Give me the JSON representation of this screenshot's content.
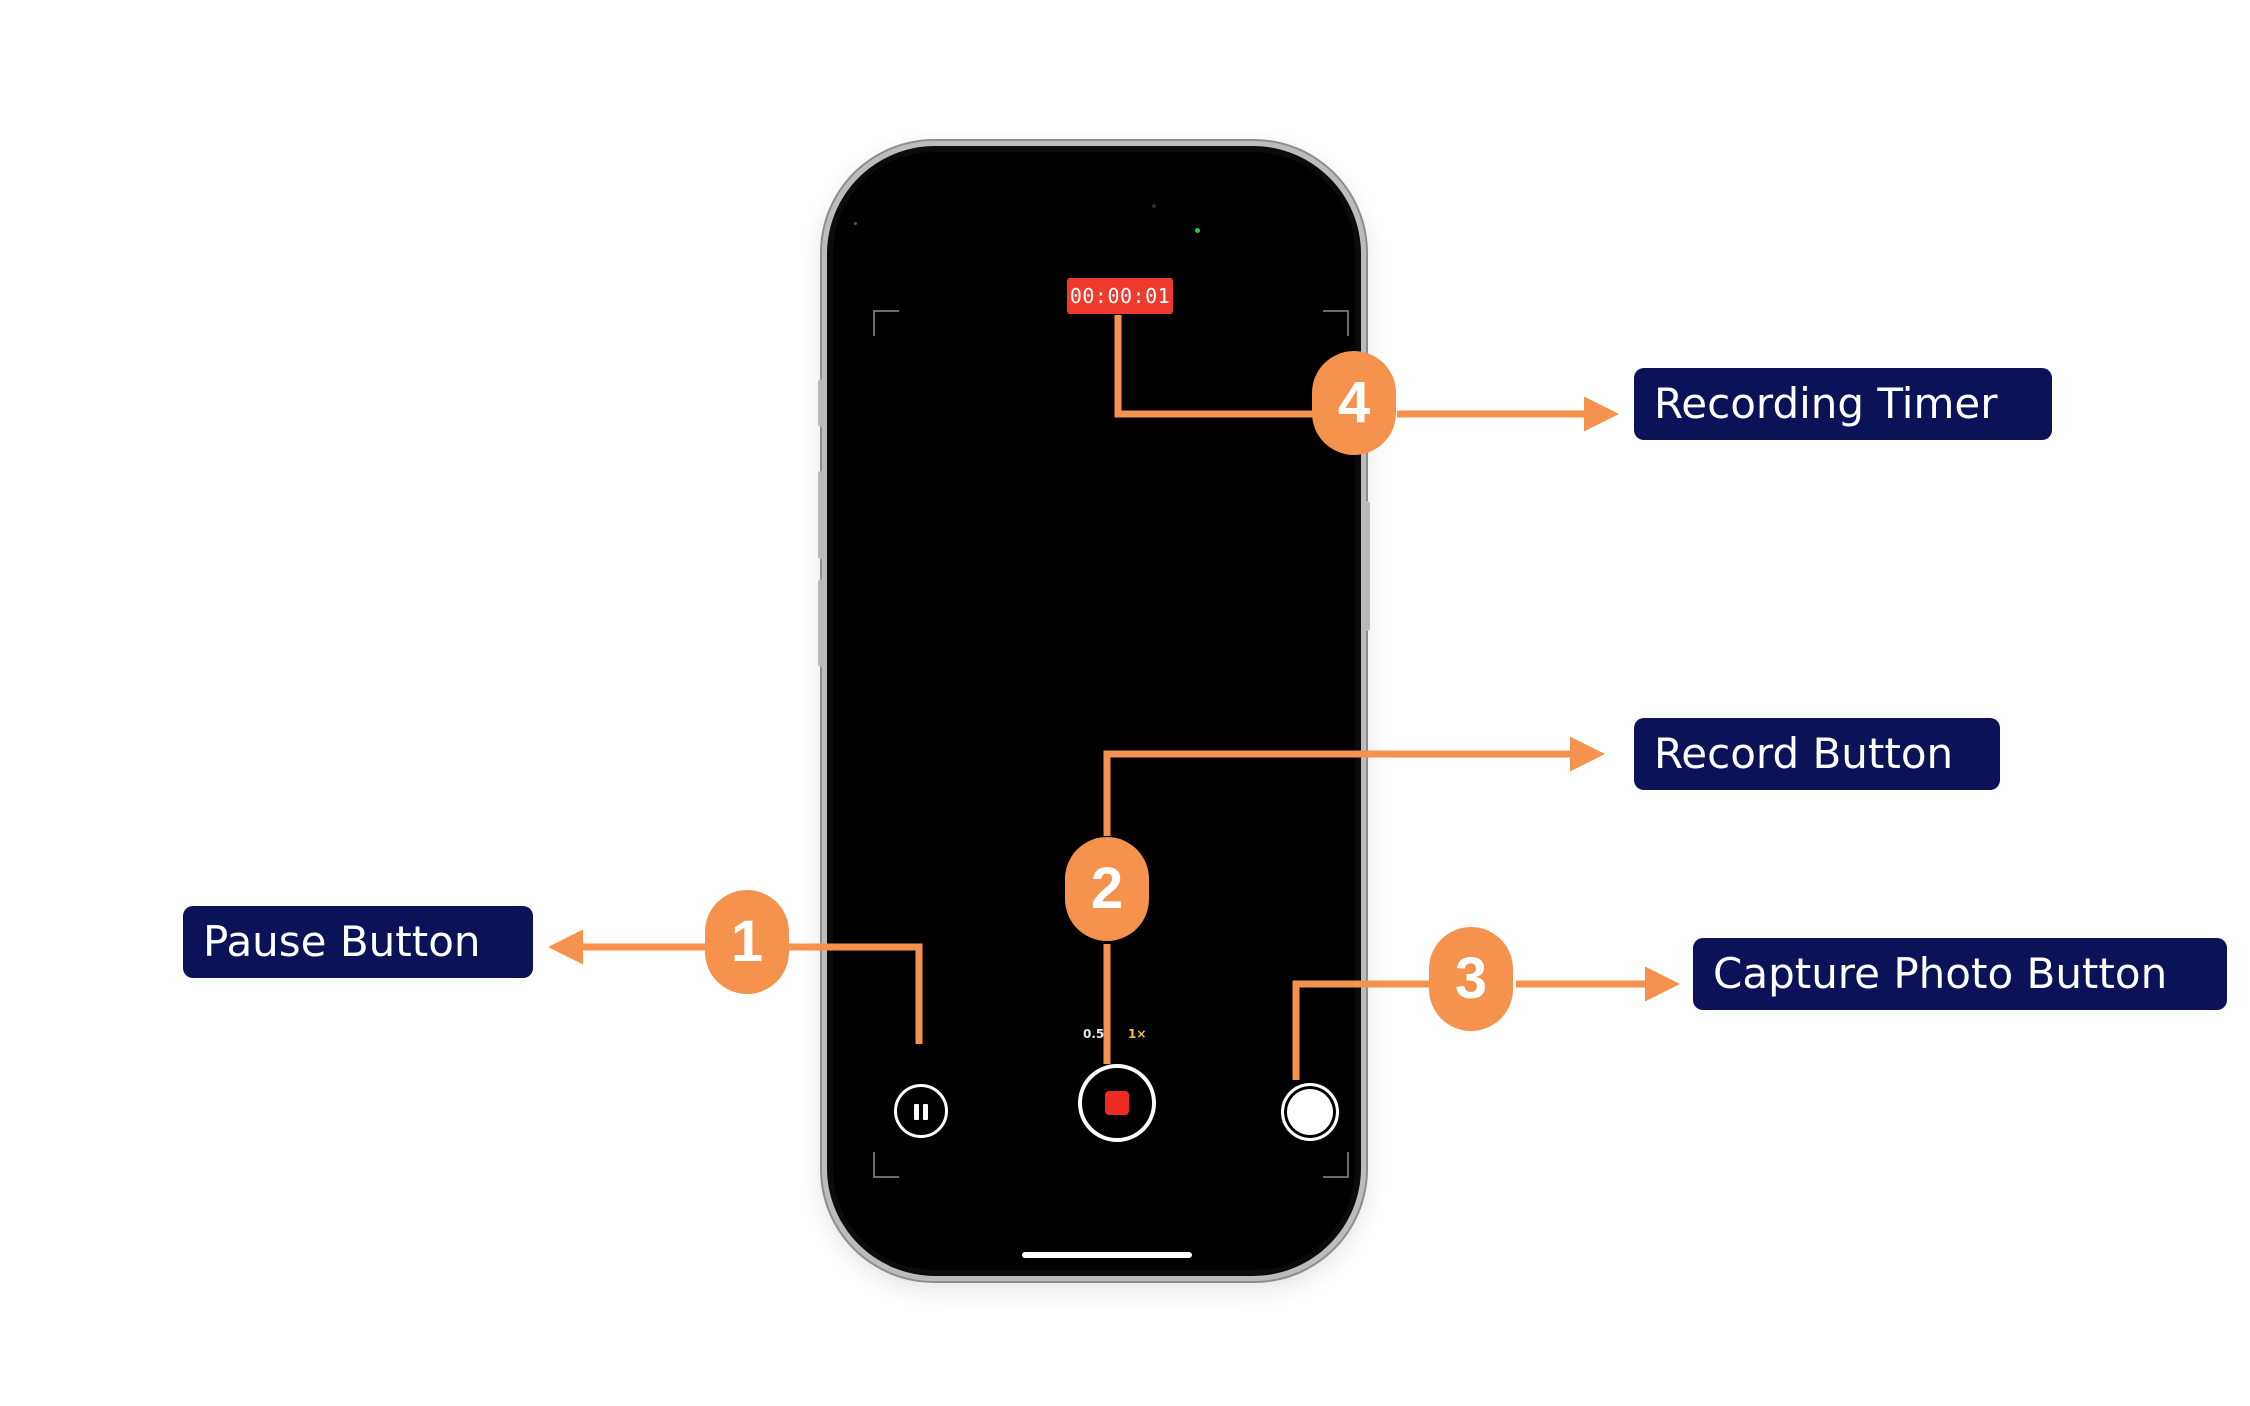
{
  "camera": {
    "timer": "00:00:01",
    "zoom_options": [
      "0.5",
      "1×"
    ],
    "active_zoom": "1×"
  },
  "annotations": [
    {
      "number": "1",
      "label": "Pause Button"
    },
    {
      "number": "2",
      "label": "Record Button"
    },
    {
      "number": "3",
      "label": "Capture Photo Button"
    },
    {
      "number": "4",
      "label": "Recording Timer"
    }
  ],
  "colors": {
    "badge_fill": "#f5924e",
    "connector": "#f5924e",
    "label_fill": "#0c1258",
    "label_text": "#ffffff",
    "timer_fill": "#ee3b2f",
    "stop_square": "#ee2b22",
    "active_zoom": "#f5c542"
  },
  "icons": [
    "pause-icon",
    "stop-icon",
    "shutter-icon"
  ]
}
